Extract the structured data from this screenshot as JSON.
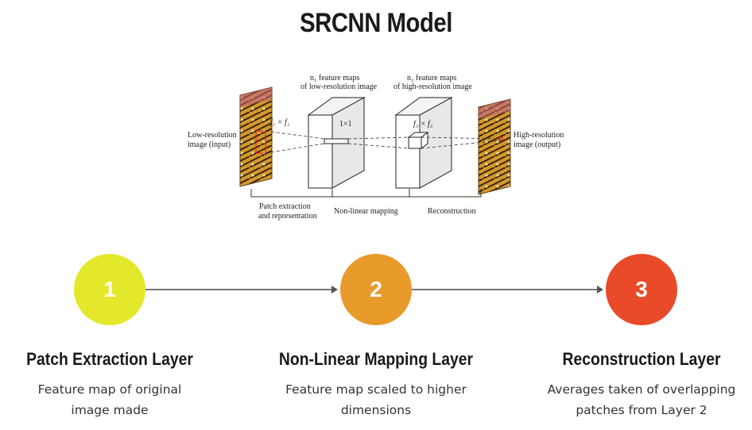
{
  "title": "SRCNN Model",
  "diagram": {
    "label_input": [
      "Low-resolution",
      "image (input)"
    ],
    "label_output": [
      "High-resolution",
      "image (output)"
    ],
    "layer1_maps": [
      "n₁ feature maps",
      "of low-resolution image"
    ],
    "layer2_maps": [
      "n₂ feature maps",
      "of high-resolution image"
    ],
    "filter1": "f₁ × f₁",
    "filter2": "1×1",
    "filter3": "f₃ × f₃",
    "stage1": [
      "Patch extraction",
      "and representation"
    ],
    "stage2": "Non-linear mapping",
    "stage3": "Reconstruction"
  },
  "steps": [
    {
      "number": "1",
      "title": "Patch Extraction Layer",
      "desc_lines": [
        "Feature map of original",
        "image made"
      ],
      "color": "#e3e82a"
    },
    {
      "number": "2",
      "title": "Non-Linear Mapping Layer",
      "desc_lines": [
        "Feature map scaled to higher",
        "dimensions"
      ],
      "color": "#e89a2a"
    },
    {
      "number": "3",
      "title": "Reconstruction Layer",
      "desc_lines": [
        "Averages taken of overlapping",
        "patches from Layer 2"
      ],
      "color": "#e84a2a"
    }
  ]
}
